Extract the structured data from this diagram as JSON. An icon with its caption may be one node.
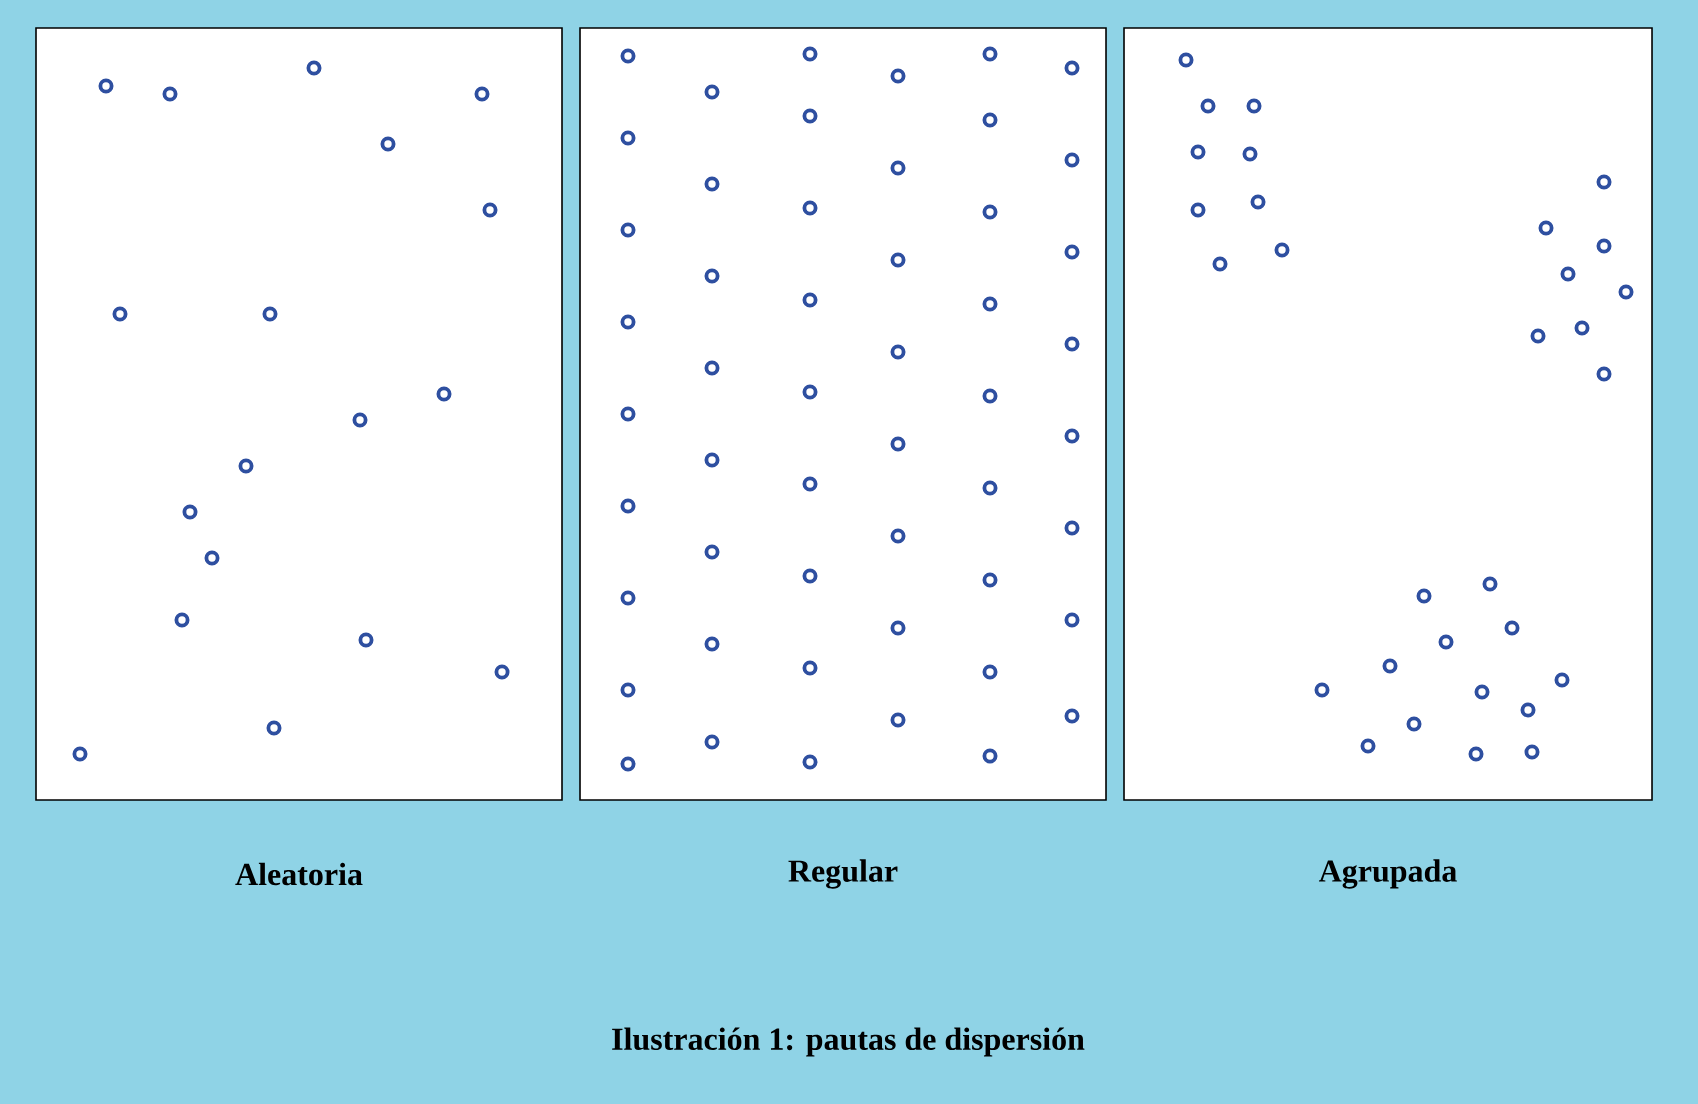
{
  "diagram": {
    "caption": "Ilustración 1: pautas de dispersión",
    "nodes": [
      {
        "text": [
          "Aleatoria"
        ]
      },
      {
        "text": [
          "Regular"
        ]
      },
      {
        "text": [
          "Agrupada"
        ]
      }
    ]
  }
}
